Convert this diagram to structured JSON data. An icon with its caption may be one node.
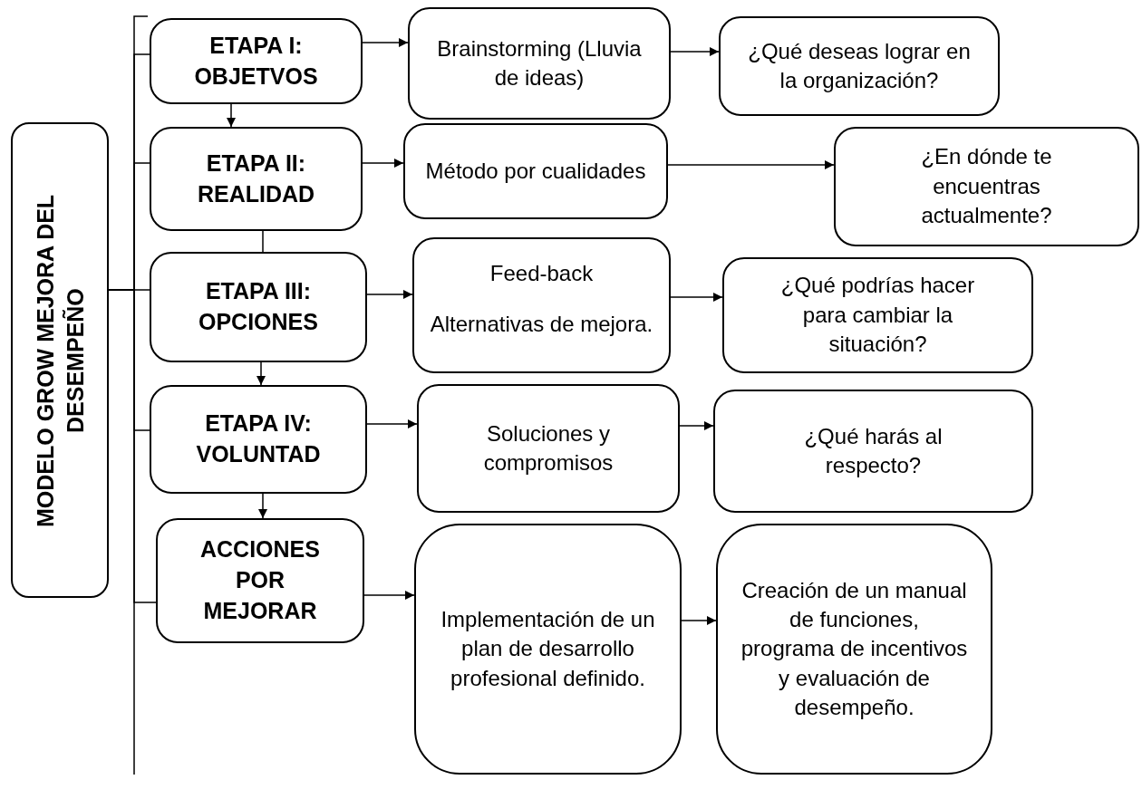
{
  "diagram": {
    "nodes": [
      {
        "text": [
          "MODELO GROW MEJORA DEL DESEMPEÑO"
        ]
      },
      {
        "text": [
          "ETAPA I: OBJETVOS"
        ]
      },
      {
        "text": [
          "Brainstorming (Lluvia de ideas)"
        ]
      },
      {
        "text": [
          "¿Qué deseas lograr en la organización?"
        ]
      },
      {
        "text": [
          "ETAPA II: REALIDAD"
        ]
      },
      {
        "text": [
          "Método por cualidades"
        ]
      },
      {
        "text": [
          "¿En dónde te encuentras actualmente?"
        ]
      },
      {
        "text": [
          "ETAPA III: OPCIONES"
        ]
      },
      {
        "text": [
          "Feed-back",
          "Alternativas de mejora."
        ]
      },
      {
        "text": [
          "¿Qué podrías hacer para cambiar la situación?"
        ]
      },
      {
        "text": [
          "ETAPA IV: VOLUNTAD"
        ]
      },
      {
        "text": [
          "Soluciones y compromisos"
        ]
      },
      {
        "text": [
          "¿Qué harás al respecto?"
        ]
      },
      {
        "text": [
          "ACCIONES POR MEJORAR"
        ]
      },
      {
        "text": [
          "Implementación de un plan de desarrollo profesional definido."
        ]
      },
      {
        "text": [
          "Creación de un manual de funciones, programa de incentivos y evaluación de desempeño."
        ]
      }
    ],
    "edges": [
      {
        "from": 0,
        "to": 1,
        "arrow": "none"
      },
      {
        "from": 0,
        "to": 4,
        "arrow": "none"
      },
      {
        "from": 0,
        "to": 7,
        "arrow": "none"
      },
      {
        "from": 0,
        "to": 10,
        "arrow": "none"
      },
      {
        "from": 0,
        "to": 13,
        "arrow": "none"
      },
      {
        "from": 1,
        "to": 4,
        "arrow": "to"
      },
      {
        "from": 4,
        "to": 7,
        "arrow": "none"
      },
      {
        "from": 7,
        "to": 10,
        "arrow": "to"
      },
      {
        "from": 10,
        "to": 13,
        "arrow": "to"
      },
      {
        "from": 1,
        "to": 2,
        "arrow": "to"
      },
      {
        "from": 2,
        "to": 3,
        "arrow": "to"
      },
      {
        "from": 4,
        "to": 5,
        "arrow": "to"
      },
      {
        "from": 5,
        "to": 6,
        "arrow": "to"
      },
      {
        "from": 7,
        "to": 8,
        "arrow": "to"
      },
      {
        "from": 8,
        "to": 9,
        "arrow": "to"
      },
      {
        "from": 10,
        "to": 11,
        "arrow": "to"
      },
      {
        "from": 11,
        "to": 12,
        "arrow": "to"
      },
      {
        "from": 13,
        "to": 14,
        "arrow": "to"
      },
      {
        "from": 14,
        "to": 15,
        "arrow": "to"
      }
    ]
  }
}
